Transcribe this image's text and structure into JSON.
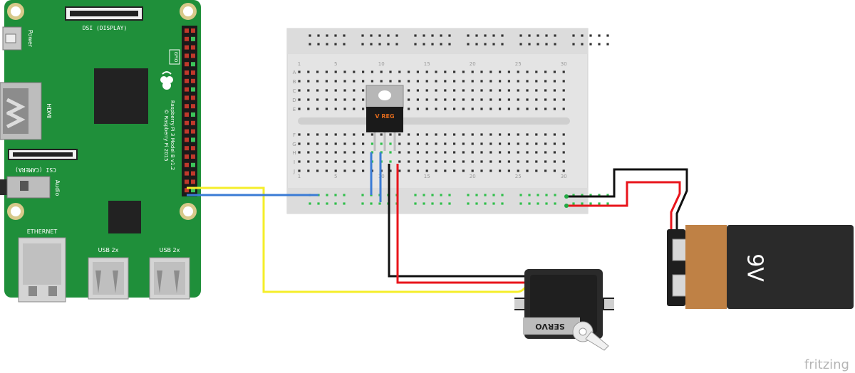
{
  "raspberry_pi": {
    "power_label": "Power",
    "display_label": "DSI (DISPLAY)",
    "hdmi_label": "HDMI",
    "gpio_label": "GPIO",
    "camera_label": "CSI (CAMERA)",
    "audio_label": "Audio",
    "ethernet_label": "ETHERNET",
    "usb_label_1": "USB 2x",
    "usb_label_2": "USB 2x",
    "model_line_1": "Raspberry Pi 3 Model B v1.2",
    "model_line_2": "© Raspberry Pi 2015",
    "board_color": "#1f8f3a"
  },
  "breadboard": {
    "rows_top": [
      "A",
      "B",
      "C",
      "D",
      "E"
    ],
    "rows_bottom": [
      "F",
      "G",
      "H",
      "I",
      "J"
    ],
    "column_numbers": [
      "1",
      "5",
      "10",
      "15",
      "20",
      "25",
      "30"
    ]
  },
  "regulator": {
    "label": "V REG"
  },
  "servo": {
    "label": "SERVO"
  },
  "battery": {
    "label": "9V"
  },
  "watermark": {
    "text": "fritzing"
  },
  "wire_colors": {
    "signal": "#f5ee2a",
    "ground": "#111111",
    "power": "#e8141b",
    "jumper": "#3a7bd5"
  }
}
